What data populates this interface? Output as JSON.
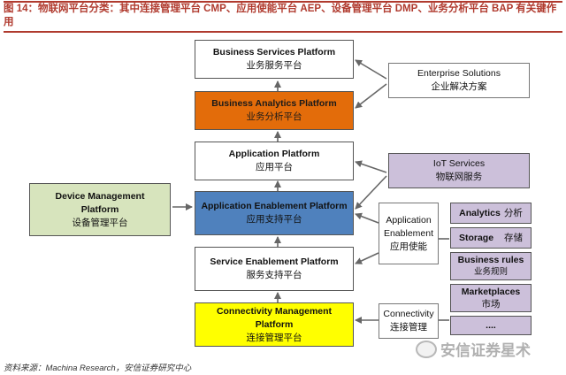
{
  "title": "图 14：物联网平台分类：其中连接管理平台 CMP、应用使能平台 AEP、设备管理平台 DMP、业务分析平台 BAP 有关键作用",
  "boxes": {
    "business_services": {
      "en": "Business Services Platform",
      "zh": "业务服务平台"
    },
    "business_analytics": {
      "en": "Business Analytics Platform",
      "zh": "业务分析平台"
    },
    "application": {
      "en": "Application Platform",
      "zh": "应用平台"
    },
    "aep": {
      "en": "Application Enablement Platform",
      "zh": "应用支持平台"
    },
    "service_enablement": {
      "en": "Service Enablement Platform",
      "zh": "服务支持平台"
    },
    "connectivity_mgmt": {
      "en": "Connectivity Management Platform",
      "zh": "连接管理平台"
    },
    "device_mgmt": {
      "en": "Device Management Platform",
      "zh": "设备管理平台"
    },
    "enterprise": {
      "en": "Enterprise Solutions",
      "zh": "企业解决方案"
    },
    "iot_services": {
      "en": "IoT Services",
      "zh": "物联网服务"
    },
    "app_enablement": {
      "en": "Application Enablement",
      "zh": "应用使能"
    },
    "connectivity": {
      "en": "Connectivity",
      "zh": "连接管理"
    }
  },
  "list_items": {
    "analytics": {
      "en": "Analytics",
      "zh": "分析"
    },
    "storage": {
      "en": "Storage",
      "zh": "存储"
    },
    "business_rules": {
      "en": "Business rules",
      "zh": "业务规则"
    },
    "marketplaces": {
      "en": "Marketplaces",
      "zh": "市场"
    },
    "more": "...."
  },
  "source": "资料来源：Machina Research，安信证券研究中心",
  "watermark": "安信证券星术",
  "colors": {
    "orange": "#e36c0a",
    "blue": "#4f81bd",
    "yellow": "#ffff00",
    "green": "#d7e4bd",
    "purple": "#ccc0da",
    "title_red": "#b03a2e"
  }
}
